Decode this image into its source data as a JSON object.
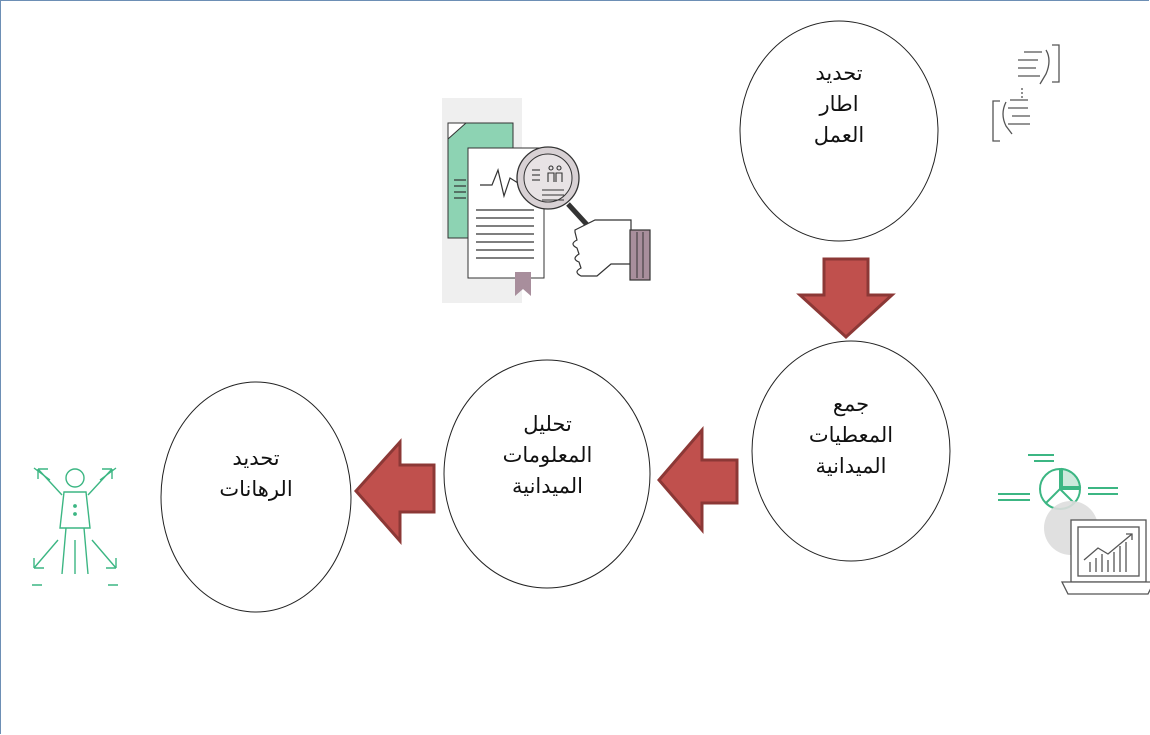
{
  "steps": [
    {
      "id": "step1",
      "lines": [
        "تحديد",
        "اطار",
        "العمل"
      ],
      "icon": "framing-hands-icon"
    },
    {
      "id": "step2",
      "lines": [
        "جمع",
        "المعطيات",
        "الميدانية"
      ],
      "icon": "laptop-analytics-icon"
    },
    {
      "id": "step3",
      "lines": [
        "تحليل",
        "المعلومات",
        "الميدانية"
      ],
      "icon": "document-analysis-icon"
    },
    {
      "id": "step4",
      "lines": [
        "تحديد",
        "الرهانات"
      ],
      "icon": "person-directions-icon"
    }
  ],
  "colors": {
    "arrow_fill": "#c0504d",
    "arrow_stroke": "#8c3836",
    "accent_green": "#3cb683",
    "doc_green": "#8dd3b3",
    "doc_mauve": "#a88e9c"
  }
}
